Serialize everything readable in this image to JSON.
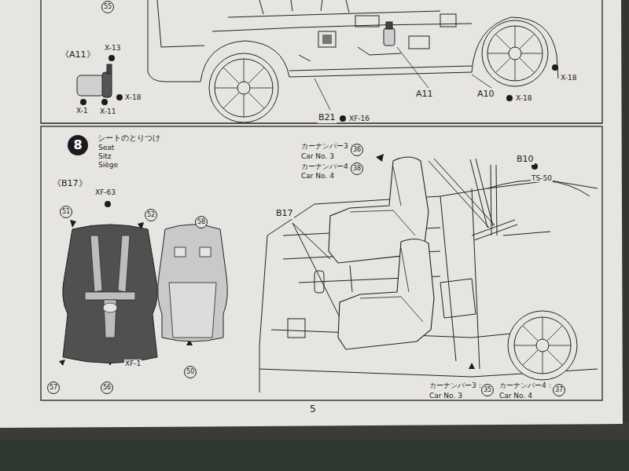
{
  "diagram": {
    "title": "シートのとりつけ",
    "nodes": [
      {
        "text": [
          "8"
        ]
      }
    ],
    "labels": [
      "55",
      "《A11》",
      "X-13",
      "X-18",
      "X-1",
      "X-11",
      "B21",
      "XF-16",
      "A11",
      "A10",
      "X-18",
      "X-18",
      "Seat",
      "Sitz",
      "Siège",
      "《B17》",
      "XF-63",
      "51",
      "52",
      "58",
      "XF-1",
      "57",
      "56",
      "50",
      "カーナンバー3：",
      "36",
      "Car No. 3",
      "カーナンバー4：",
      "38",
      "Car No. 4",
      "B10",
      "TS-50",
      "B17",
      "カーナンバー3：",
      "35",
      "Car No. 3",
      "カーナンバー4：",
      "37",
      "Car No. 4",
      "5"
    ]
  }
}
